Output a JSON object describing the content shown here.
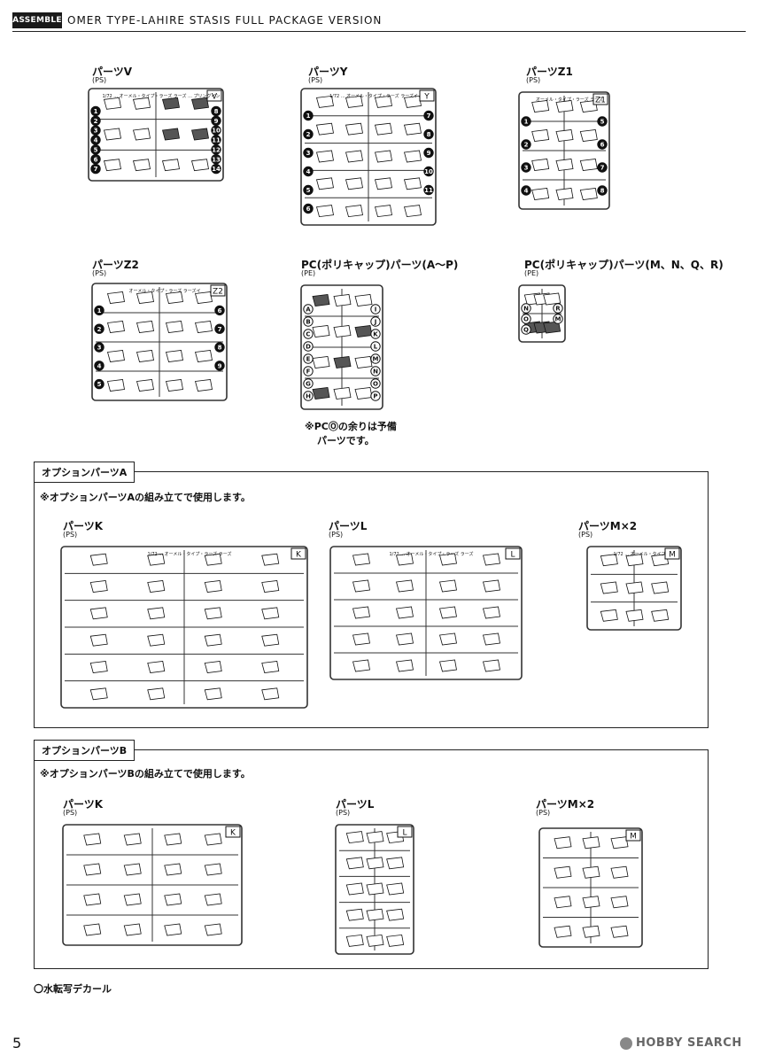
{
  "header": {
    "tag": "ASSEMBLE",
    "title": "OMER TYPE-LAHIRE STASIS FULL PACKAGE VERSION"
  },
  "page_number": "5",
  "parts": [
    {
      "id": "V",
      "title": "パーツV",
      "material": "(PS)",
      "frame_label": "V",
      "caption": "1/72 ... オーメル・タイプ・ラーズ ラーズ ... プリングイン",
      "markers": [
        "1",
        "2",
        "3",
        "4",
        "5",
        "6",
        "7",
        "8",
        "9",
        "10",
        "11",
        "12",
        "13",
        "14"
      ]
    },
    {
      "id": "Y",
      "title": "パーツY",
      "material": "(PS)",
      "frame_label": "Y",
      "caption": "1/72 ... オーメル・タイプ・ラーズ ラーズイ",
      "markers": [
        "1",
        "2",
        "3",
        "4",
        "5",
        "6",
        "7",
        "8",
        "9",
        "10",
        "11"
      ]
    },
    {
      "id": "Z1",
      "title": "パーツZ1",
      "material": "(PS)",
      "frame_label": "Z1",
      "caption": "オーメル・タイプ・ラーズ ラーズ",
      "markers": [
        "1",
        "2",
        "3",
        "4",
        "5",
        "6",
        "7",
        "8"
      ]
    },
    {
      "id": "Z2",
      "title": "パーツZ2",
      "material": "(PS)",
      "frame_label": "Z2",
      "caption": "オーメル・タイプ・ラーズ ラーズイ",
      "markers": [
        "1",
        "2",
        "3",
        "4",
        "5",
        "6",
        "7",
        "8",
        "9"
      ]
    },
    {
      "id": "PC1",
      "title": "PC(ポリキャップ)パーツ(A〜P)",
      "material": "(PE)",
      "frame_label": "",
      "caption": "",
      "markers": [
        "A",
        "B",
        "C",
        "D",
        "E",
        "F",
        "G",
        "H",
        "I",
        "J",
        "K",
        "L",
        "M",
        "N",
        "O",
        "P"
      ]
    },
    {
      "id": "PC2",
      "title": "PC(ポリキャップ)パーツ(M、N、Q、R)",
      "material": "(PE)",
      "frame_label": "",
      "caption": "",
      "markers": [
        "N",
        "O",
        "Q",
        "R",
        "M"
      ]
    }
  ],
  "pc_note": {
    "line1": "※PCⓄの余りは予備",
    "line2": "パーツです。"
  },
  "option_a": {
    "title": "オプションパーツA",
    "note": "※オプションパーツAの組み立てで使用します。",
    "parts": [
      {
        "title": "パーツK",
        "material": "(PS)",
        "frame_label": "K",
        "caption": "1/72 ... オーメル・タイプ・ラーズ ラーズ"
      },
      {
        "title": "パーツL",
        "material": "(PS)",
        "frame_label": "L",
        "caption": "1/72 ... オーメル・タイプ・ラーズ ラーズ"
      },
      {
        "title": "パーツM×2",
        "material": "(PS)",
        "frame_label": "M",
        "caption": "1/72 ... オーメル・タイプ"
      }
    ]
  },
  "option_b": {
    "title": "オプションパーツB",
    "note": "※オプションパーツBの組み立てで使用します。",
    "parts": [
      {
        "title": "パーツK",
        "material": "(PS)",
        "frame_label": "K",
        "caption": ""
      },
      {
        "title": "パーツL",
        "material": "(PS)",
        "frame_label": "L",
        "caption": ""
      },
      {
        "title": "パーツM×2",
        "material": "(PS)",
        "frame_label": "M",
        "caption": ""
      }
    ]
  },
  "decal": "〇水転写デカール",
  "watermark": "HOBBY SEARCH",
  "colors": {
    "ink": "#111111",
    "sprue": "#333333",
    "dark_fill": "#555555",
    "paper": "#ffffff"
  }
}
